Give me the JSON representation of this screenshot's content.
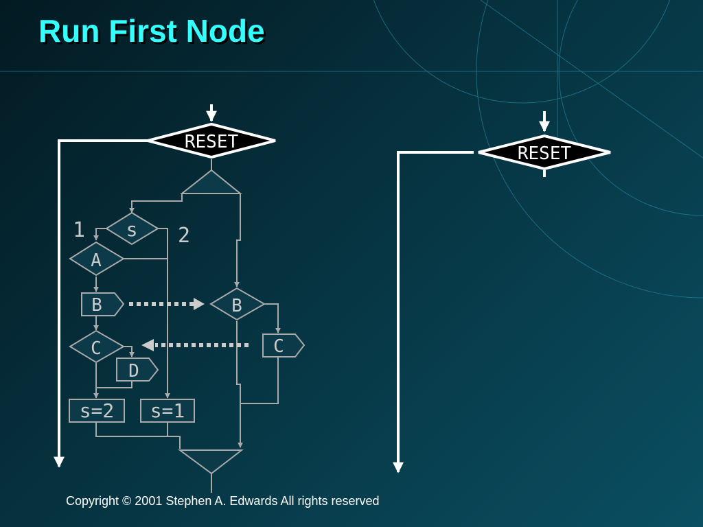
{
  "title": "Run First Node",
  "copyright": "Copyright © 2001 Stephen A. Edwards  All rights reserved",
  "colors": {
    "title": "#33ffff",
    "line": "#aaaaaa",
    "node_fill": "#0c3a48",
    "white": "#ffffff"
  },
  "left_flow": {
    "reset": "RESET",
    "s_test": "s",
    "branch_1": "1",
    "branch_2": "2",
    "a_test": "A",
    "b_emit": "B",
    "b_test": "B",
    "c_test": "C",
    "c_emit": "C",
    "d_emit": "D",
    "assign_s2": "s=2",
    "assign_s1": "s=1"
  },
  "right_flow": {
    "reset": "RESET"
  }
}
